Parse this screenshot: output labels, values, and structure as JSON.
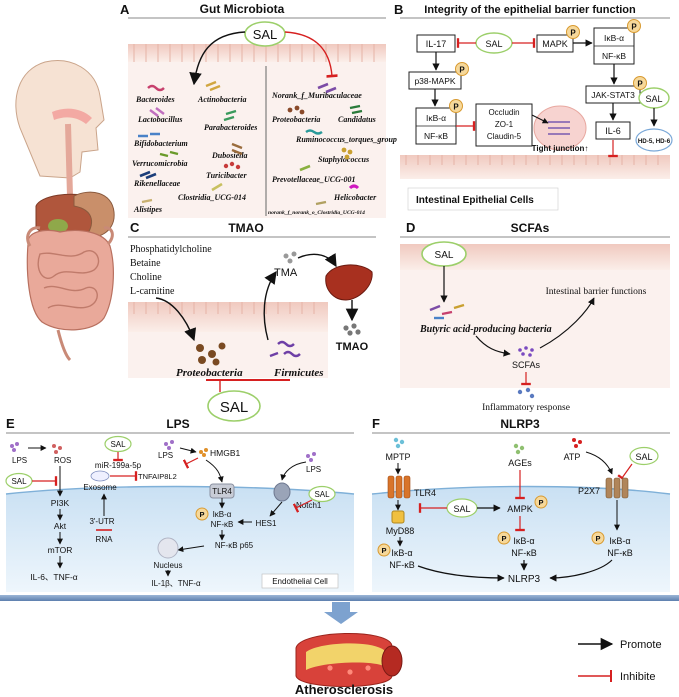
{
  "colors": {
    "membrane": "#f6e4de",
    "membrane_top": "#e8b9ae",
    "cell_bg": "#dcecf8",
    "inhibit": "#d62020",
    "promote": "#111111",
    "sal_ring": "#9ccf6a",
    "p_badge": "#f6b24a"
  },
  "panelA": {
    "letter": "A",
    "title": "Gut Microbiota",
    "sal": "SAL",
    "left_taxa": [
      "Bacteroides",
      "Actinobacteria",
      "Lactobacillus",
      "Parabacteroides",
      "Bifidobacterium",
      "Dubosiella",
      "Verrucomicrobia",
      "Turicibacter",
      "Rikenellaceae",
      "Clostridia_UCG-014",
      "Alistipes"
    ],
    "right_taxa": [
      "Norank_f_Muribaculaceae",
      "Proteobacteria",
      "Candidatus",
      "Ruminococcus_torques_group",
      "Staphylococcus",
      "Prevotellaceae_UCG-001",
      "Helicobacter",
      "norank_f_norank_o_Clostridia_UCG-014"
    ]
  },
  "panelB": {
    "letter": "B",
    "title": "Integrity of the epithelial barrier function",
    "il17": "IL-17",
    "sal": "SAL",
    "mapk": "MAPK",
    "p38": "p38-MAPK",
    "ikb": "IκB-α",
    "nfkb": "NF-κB",
    "jak": "JAK-STAT3",
    "il6": "IL-6",
    "tj": [
      "Occludin",
      "ZO-1",
      "Claudin-5"
    ],
    "tj_label": "Tight junction↑",
    "hd": "HD-5, HD-6",
    "cells": "Intestinal Epithelial Cells",
    "p": "P"
  },
  "panelC": {
    "letter": "C",
    "title": "TMAO",
    "nutrients": [
      "Phosphatidylcholine",
      "Betaine",
      "Choline",
      "L-carnitine"
    ],
    "tma": "TMA",
    "tmao": "TMAO",
    "bact1": "Proteobacteria",
    "bact2": "Firmicutes",
    "sal": "SAL"
  },
  "panelD": {
    "letter": "D",
    "title": "SCFAs",
    "sal": "SAL",
    "barrier": "Intestinal barrier functions",
    "bacteria": "Butyric acid-producing bacteria",
    "scfas": "SCFAs",
    "inflam": "Inflammatory response"
  },
  "panelE": {
    "letter": "E",
    "title": "LPS",
    "lps": "LPS",
    "ros": "ROS",
    "sal": "SAL",
    "pi3k": "PI3K",
    "akt": "Akt",
    "mtor": "mTOR",
    "out1": "IL-6、TNF-α",
    "mir": "miR-199a-5p",
    "exosome": "Exosome",
    "tnfaip": "TNFAIP8L2",
    "utr": "3'-UTR",
    "rna": "RNA",
    "hmgb1": "HMGB1",
    "tlr4": "TLR4",
    "ikb": "IκB-α",
    "nfkb": "NF-κB",
    "p65": "NF-κB p65",
    "nucleus": "Nucleus",
    "out2": "IL-1β、TNF-α",
    "notch": "Notch1",
    "hes1": "HES1",
    "cell": "Endothelial Cell",
    "p": "P"
  },
  "panelF": {
    "letter": "F",
    "title": "NLRP3",
    "mptp": "MPTP",
    "tlr4": "TLR4",
    "myd88": "MyD88",
    "sal": "SAL",
    "ages": "AGEs",
    "ampk": "AMPK",
    "atp": "ATP",
    "p2x7": "P2X7",
    "ikb": "IκB-α",
    "nfkb": "NF-κB",
    "nlrp3": "NLRP3",
    "p": "P"
  },
  "bottom": {
    "disease": "Atherosclerosis",
    "promote": "Promote",
    "inhibit": "Inhibite"
  }
}
